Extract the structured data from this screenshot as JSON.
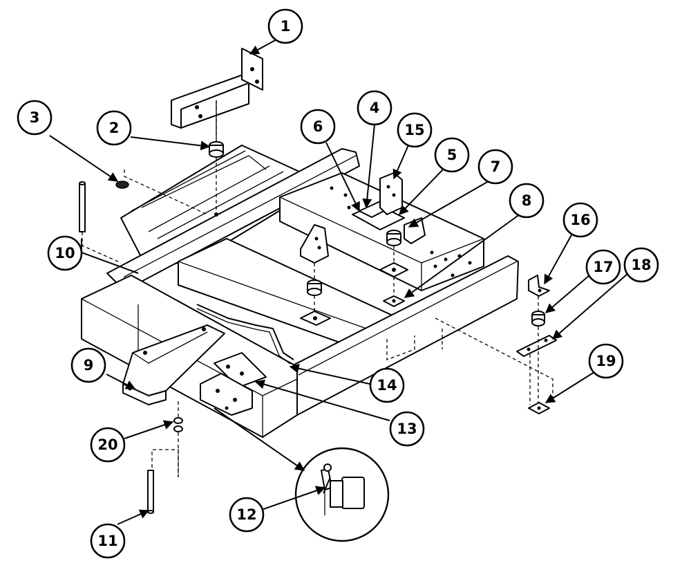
{
  "diagram": {
    "callouts": [
      "1",
      "2",
      "3",
      "4",
      "5",
      "6",
      "7",
      "8",
      "9",
      "10",
      "11",
      "12",
      "13",
      "14",
      "15",
      "16",
      "17",
      "18",
      "19",
      "20"
    ],
    "arrow_color": "#000000",
    "line_color": "#000000",
    "background": "#ffffff"
  }
}
